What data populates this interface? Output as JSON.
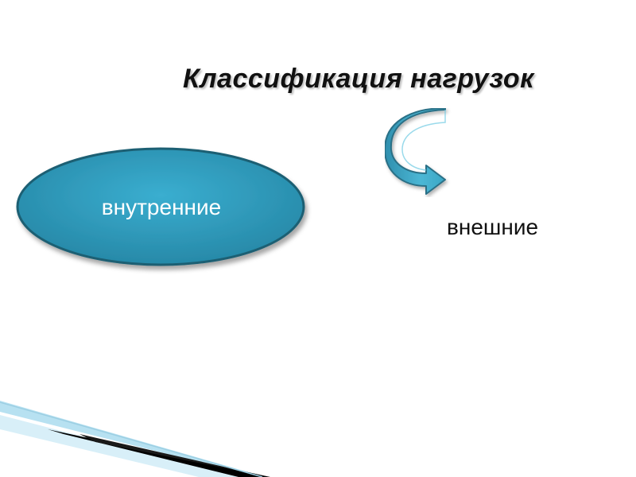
{
  "slide": {
    "title": "Классификация нагрузок",
    "internal_label": "внутренние",
    "external_label": "внешние"
  },
  "colors": {
    "ellipse_fill": "#2e9bbb",
    "ellipse_border": "#1b5f73",
    "arrow_fill": "#3aa6c4",
    "arrow_stroke": "#2a6f86",
    "title_color": "#111111",
    "corner_blue": "#b7e1f1",
    "corner_black": "#000000"
  },
  "icons": {
    "curved_arrow": "curved-arrow-icon"
  }
}
